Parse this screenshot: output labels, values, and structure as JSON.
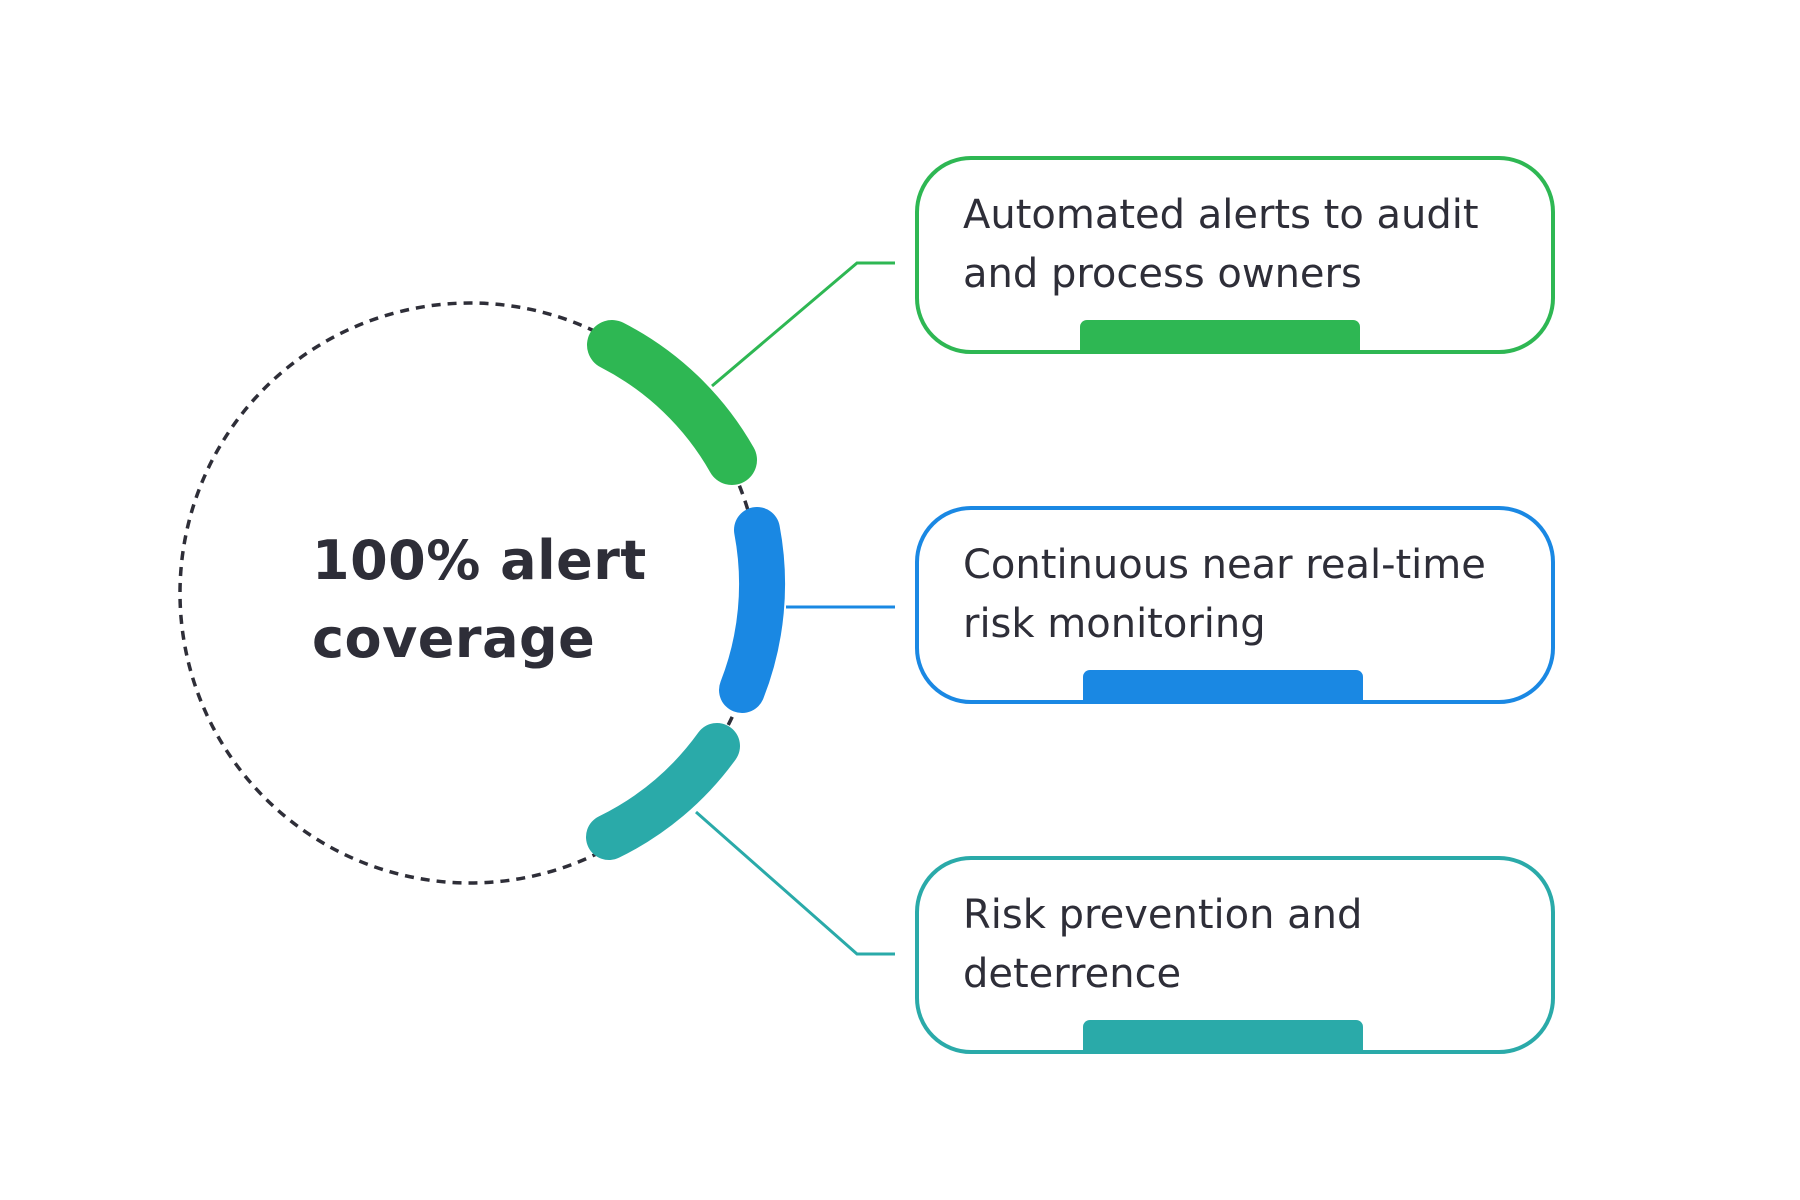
{
  "center": {
    "title_line1": "100% alert",
    "title_line2": "coverage"
  },
  "colors": {
    "green": "#2eb753",
    "blue": "#1a88e3",
    "teal": "#2aaaa9",
    "dashed_circle": "#2e2e38",
    "text": "#2e2e38"
  },
  "items": [
    {
      "line1": "Automated alerts to audit",
      "line2": "and process owners",
      "color_key": "green"
    },
    {
      "line1": "Continuous near real-time",
      "line2": "risk monitoring",
      "color_key": "blue"
    },
    {
      "line1": "Risk prevention and",
      "line2": "deterrence",
      "color_key": "teal"
    }
  ]
}
